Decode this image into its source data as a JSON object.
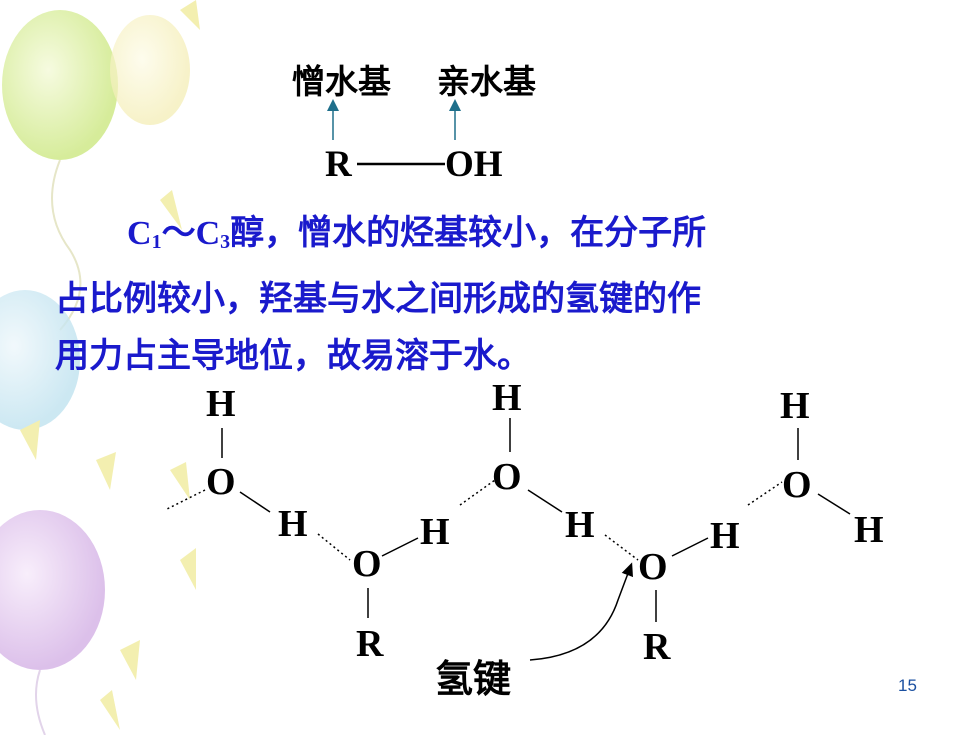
{
  "header": {
    "hydrophobic_label": "憎水基",
    "hydrophilic_label": "亲水基",
    "formula_r": "R",
    "formula_oh": "OH"
  },
  "paragraph": {
    "c1": "C",
    "c1_sub": "1",
    "tilde": "～",
    "c3": "C",
    "c3_sub": "3",
    "line1_rest": "醇，憎水的烃基较小，在分子所",
    "line2": "占比例较小，羟基与水之间形成的氢键的作",
    "line3": "用力占主导地位，故易溶于水。"
  },
  "diagram": {
    "atom_h": "H",
    "atom_o": "O",
    "atom_r": "R",
    "hydrogen_bond_label": "氢键"
  },
  "page_number": "15",
  "colors": {
    "text_blue": "#1a1acc",
    "arrow_teal": "#1f6f8b",
    "page_number": "#1a4fa0"
  }
}
